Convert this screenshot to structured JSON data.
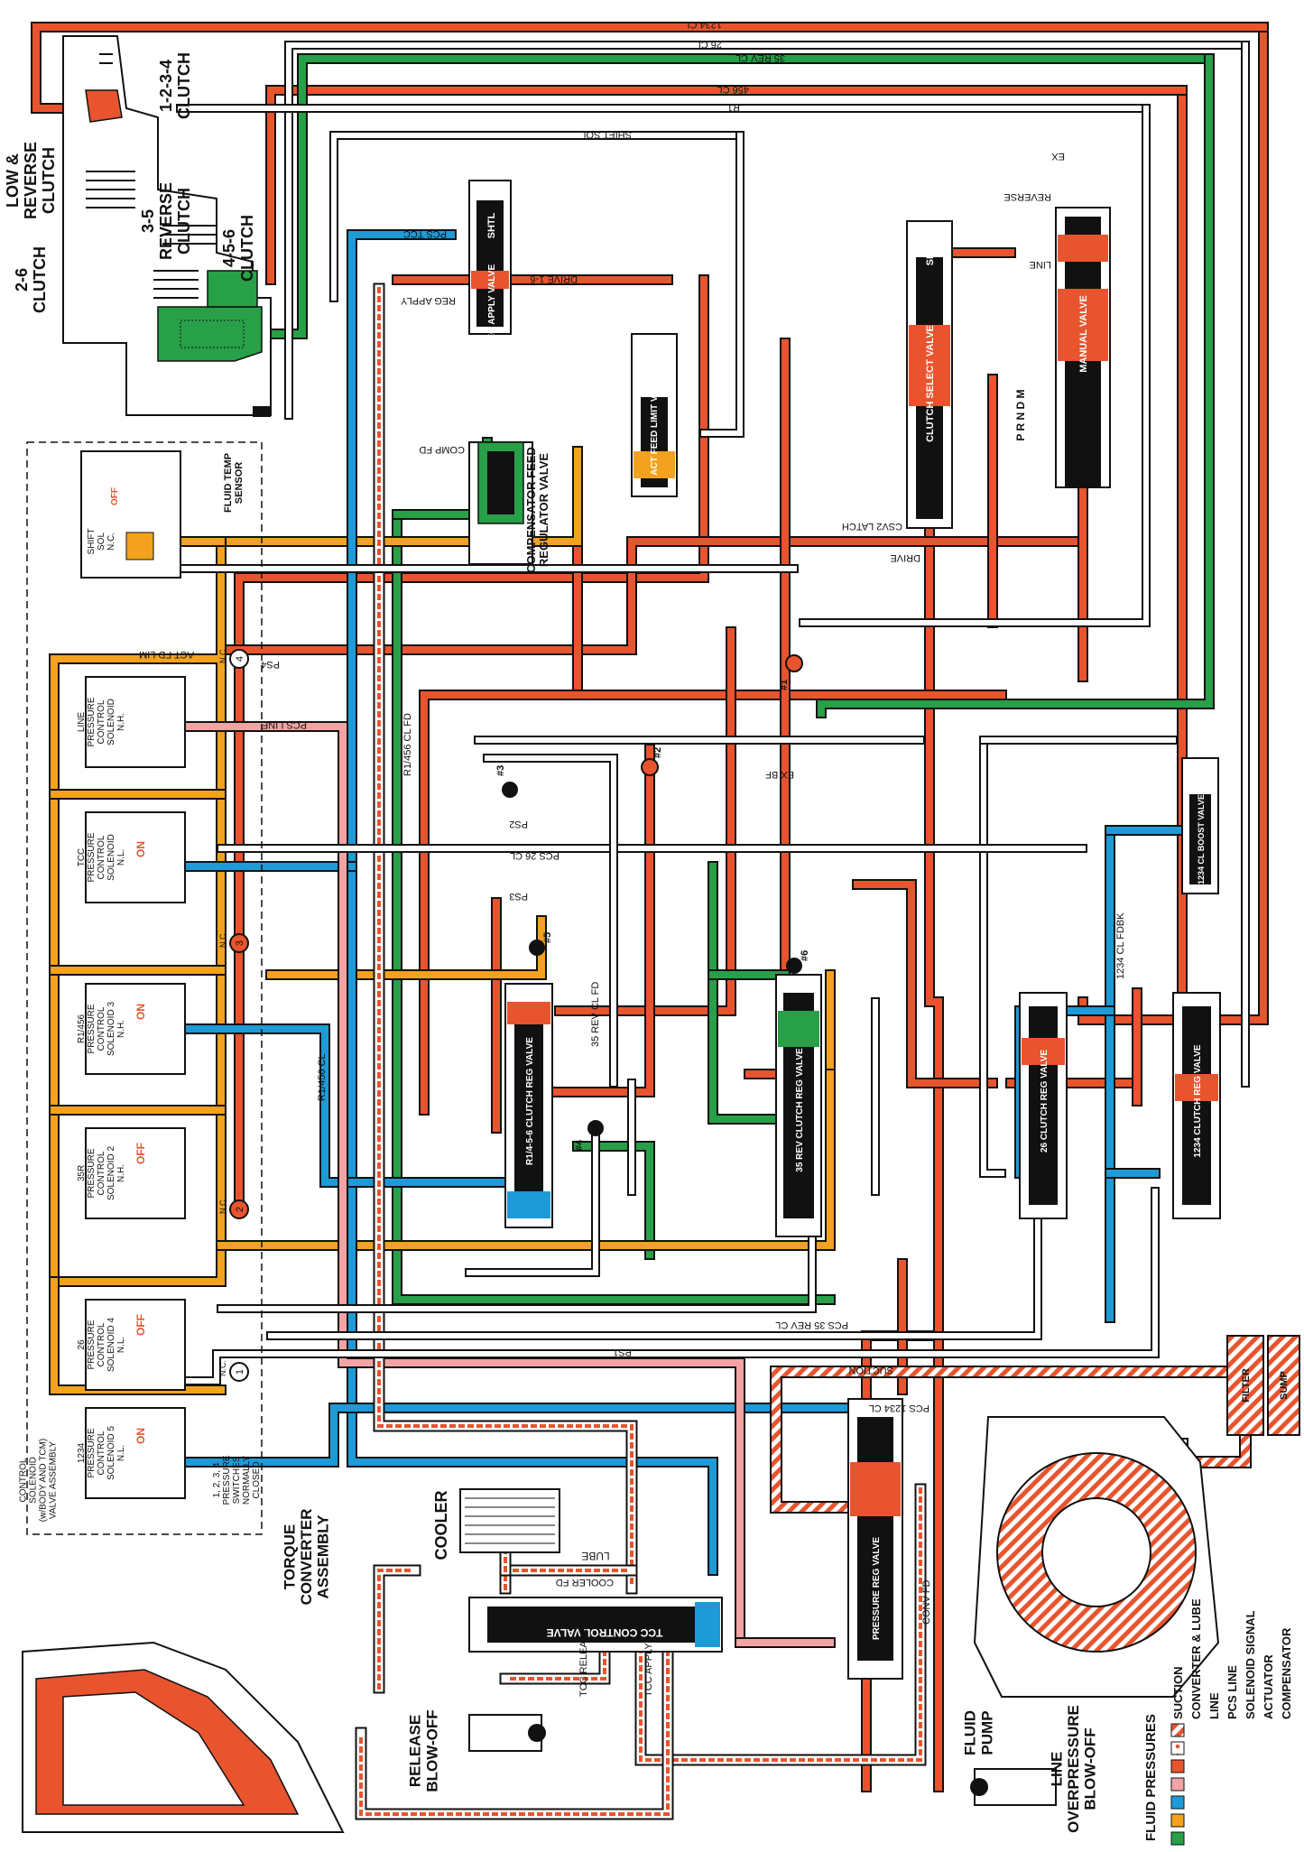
{
  "colors": {
    "line": "#e8542e",
    "suction": "#e8542e",
    "converter": "#e8542e",
    "pcs_line": "#f2a4a4",
    "signal": "#1e9ad6",
    "actuator": "#f2a21e",
    "compensator": "#27a048",
    "exhaust": "#ffffff",
    "outline": "#111111"
  },
  "legend": {
    "title": "FLUID PRESSURES",
    "items": [
      {
        "label": "SUCTION",
        "color": "#e8542e",
        "hatch": true
      },
      {
        "label": "CONVERTER & LUBE",
        "color": "#e8542e",
        "dots": true
      },
      {
        "label": "LINE",
        "color": "#e8542e"
      },
      {
        "label": "PCS LINE",
        "color": "#f2a4a4"
      },
      {
        "label": "SOLENOID SIGNAL",
        "color": "#1e9ad6"
      },
      {
        "label": "ACTUATOR",
        "color": "#f2a21e"
      },
      {
        "label": "COMPENSATOR",
        "color": "#27a048"
      }
    ]
  },
  "components": {
    "clutches": [
      "1-2-3-4 CLUTCH",
      "LOW & REVERSE CLUTCH",
      "3-5 REVERSE CLUTCH",
      "4-5-6 CLUTCH",
      "2-6 CLUTCH"
    ],
    "valves": [
      "SHTL",
      "TCC REG APPLY VALVE",
      "COMPENSATOR FEED REGULATOR VALVE",
      "ACT FEED LIMIT VALVE",
      "CLUTCH SELECT VALVE",
      "MANUAL VALVE",
      "1234 CL BOOST VALVE",
      "R1/4-5-6 CLUTCH REG VALVE",
      "35 REV CLUTCH REG VALVE",
      "26 CLUTCH REG VALVE",
      "1234 CLUTCH REG VALVE",
      "PRESSURE REG VALVE",
      "TCC CONTROL VALVE"
    ],
    "other": [
      "FLUID TEMP SENSOR",
      "COOLER",
      "LUBE",
      "TORQUE CONVERTER ASSEMBLY",
      "RELEASE BLOW-OFF",
      "FLUID PUMP",
      "LINE OVERPRESSURE BLOW-OFF",
      "FILTER",
      "SUMP"
    ],
    "box_title": "CONTROL SOLENOID (w/BODY AND TCM) VALVE ASSEMBLY",
    "switch_note": "1, 2, 3, 4 PRESSURE SWITCHES NORMALLY CLOSED",
    "manual_positions": "P R N D M"
  },
  "solenoids": [
    {
      "name": "SHIFT SOL N.C.",
      "state": "OFF"
    },
    {
      "name": "LINE PRESSURE CONTROL SOLENOID N.H.",
      "state": ""
    },
    {
      "name": "TCC PRESSURE CONTROL SOLENOID N.L.",
      "state": "ON"
    },
    {
      "name": "R1/456 PRESSURE CONTROL SOLENOID 3 N.H.",
      "state": "ON"
    },
    {
      "name": "35R PRESSURE CONTROL SOLENOID 2 N.H.",
      "state": "OFF"
    },
    {
      "name": "26 PRESSURE CONTROL SOLENOID 4 N.L.",
      "state": "OFF"
    },
    {
      "name": "1234 PRESSURE CONTROL SOLENOID 5 N.L.",
      "state": "ON"
    }
  ],
  "passages": [
    "1234 CL",
    "26 CL",
    "35 REV CL",
    "456 CL",
    "R1",
    "SHIFT SOL",
    "PCS TCC",
    "REG APPLY",
    "DRIVE 1-6",
    "REVERSE",
    "LINE",
    "DRIVE",
    "EX BF",
    "COMP FD",
    "ACT FD LIM",
    "PS1",
    "PS2",
    "PS3",
    "PS4",
    "PCS LINE",
    "PCS 1234 CL",
    "PCS 26 CL",
    "PCS 35 REV CL",
    "SUCTION",
    "COOLER FD",
    "CONV FD",
    "TCC RELEASE",
    "TCC APPLY",
    "CSV2 LATCH",
    "1234 CL FDBK",
    "R1/456 CL FD",
    "35 REV CL FD",
    "R1/456 CL",
    "EX"
  ],
  "balls": [
    "#1",
    "#2",
    "#3",
    "#4",
    "#5",
    "#6"
  ],
  "switches": [
    "1",
    "2",
    "3",
    "4"
  ],
  "labels": {
    "clutch1234": "1-2-3-4\nCLUTCH",
    "lowrev": "LOW &\nREVERSE\nCLUTCH",
    "c35r": "3-5\nREVERSE\nCLUTCH",
    "c456": "4-5-6\nCLUTCH",
    "c26": "2-6\nCLUTCH",
    "v_shtl": "SHTL",
    "v_tccreg": "TCC REG APPLY VALVE",
    "v_comp": "COMPENSATOR FEED\nREGULATOR VALVE",
    "v_actfd": "ACT FEED LIMIT VALVE",
    "v_clsel": "CLUTCH SELECT VALVE",
    "v_manual": "MANUAL VALVE",
    "v_boost": "1234 CL BOOST VALVE",
    "v_r1456": "R1/4-5-6 CLUTCH REG VALVE",
    "v_35rev": "35 REV CLUTCH REG VALVE",
    "v_26": "26 CLUTCH REG VALVE",
    "v_1234": "1234 CLUTCH REG VALVE",
    "v_preg": "PRESSURE REG VALVE",
    "v_tcc": "TCC CONTROL VALVE",
    "fts": "FLUID TEMP\nSENSOR",
    "cooler": "COOLER",
    "lube": "LUBE",
    "tc": "TORQUE\nCONVERTER\nASSEMBLY",
    "rbo": "RELEASE\nBLOW-OFF",
    "pump": "FLUID\nPUMP",
    "lobo": "LINE\nOVERPRESSURE\nBLOW-OFF",
    "filter": "FILTER",
    "sump": "SUMP",
    "box": "CONTROL\nSOLENOID\n(w/BODY AND TCM)\nVALVE ASSEMBLY",
    "psw": "1, 2, 3, 4\nPRESSURE\nSWITCHES\nNORMALLY\nCLOSED",
    "sol_shift": "SHIFT\nSOL\nN.C.",
    "sol_line": "LINE\nPRESSURE\nCONTROL\nSOLENOID\nN.H.",
    "sol_tcc": "TCC\nPRESSURE\nCONTROL\nSOLENOID\nN.L.",
    "sol3": "R1/456\nPRESSURE\nCONTROL\nSOLENOID 3\nN.H.",
    "sol2": "35R\nPRESSURE\nCONTROL\nSOLENOID 2\nN.H.",
    "sol4": "26\nPRESSURE\nCONTROL\nSOLENOID 4\nN.L.",
    "sol5": "1234\nPRESSURE\nCONTROL\nSOLENOID 5\nN.L.",
    "on": "ON",
    "off": "OFF",
    "nc": "N.C.",
    "prndm": "P R N D M",
    "legend_title": "FLUID PRESSURES",
    "lg1": "SUCTION",
    "lg2": "CONVERTER & LUBE",
    "lg3": "LINE",
    "lg4": "PCS LINE",
    "lg5": "SOLENOID SIGNAL",
    "lg6": "ACTUATOR",
    "lg7": "COMPENSATOR",
    "p1234cl": "1234 CL",
    "p26cl": "26 CL",
    "p35revcl": "35 REV CL",
    "p456cl": "456 CL",
    "pr1": "R1",
    "pshift": "SHIFT SOL",
    "ppcstcc": "PCS TCC",
    "pregapply": "REG APPLY",
    "pdrive16": "DRIVE 1-6",
    "preverse": "REVERSE",
    "pline": "LINE",
    "pdrive": "DRIVE",
    "pexbf": "EX BF",
    "pcompfd": "COMP FD",
    "pactfd": "ACT FD LIM",
    "pps1": "PS1",
    "pps2": "PS2",
    "pps3": "PS3",
    "pps4": "PS4",
    "ppcsline": "PCS LINE",
    "ppcs1234": "PCS 1234 CL",
    "ppcs26": "PCS 26 CL",
    "ppcs35": "PCS 35 REV CL",
    "psuction": "SUCTION",
    "pcoolerfd": "COOLER FD",
    "pconvfd": "CONV FD",
    "ptccrel": "TCC RELEASE",
    "ptccapp": "TCC APPLY",
    "pcsv2": "CSV2 LATCH",
    "pfdbk": "1234 CL FDBK",
    "pr456fd": "R1/456 CL FD",
    "p35fd": "35 REV CL FD",
    "pr456": "R1/456 CL",
    "pex": "EX",
    "b1": "#1",
    "b2": "#2",
    "b3": "#3",
    "b4": "#4",
    "b5": "#5",
    "b6": "#6",
    "s1": "1",
    "s2": "2",
    "s3": "3",
    "s4": "4"
  }
}
